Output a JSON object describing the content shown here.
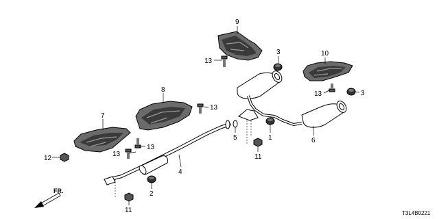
{
  "diagram": {
    "code": "T3L4B0221",
    "direction": "FR."
  },
  "callouts": [
    "9",
    "3",
    "13",
    "10",
    "13",
    "3",
    "8",
    "13",
    "7",
    "5",
    "1",
    "6",
    "12",
    "13",
    "13",
    "4",
    "11",
    "2",
    "11"
  ],
  "parts": [
    "heat-shield-front",
    "heat-shield-mid",
    "heat-shield-upper",
    "heat-shield-right",
    "front-pipe",
    "center-silencer",
    "muffler-left",
    "muffler-right",
    "gasket",
    "rubber-mount",
    "nut",
    "bolt"
  ]
}
